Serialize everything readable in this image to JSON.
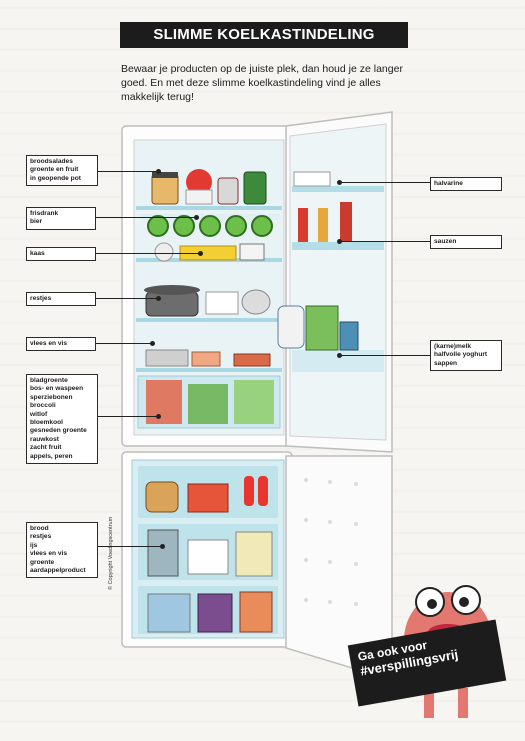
{
  "title": "SLIMME KOELKASTINDELING",
  "intro": "Bewaar je producten op de juiste plek, dan houd je ze langer goed. En met deze slimme koelkastindeling vind je alles makkelijk terug!",
  "left_labels": [
    {
      "lines": [
        "broodsalades",
        "groente en fruit",
        "in geopende pot"
      ]
    },
    {
      "lines": [
        "frisdrank",
        "bier"
      ]
    },
    {
      "lines": [
        "kaas"
      ]
    },
    {
      "lines": [
        "restjes"
      ]
    },
    {
      "lines": [
        "vlees en vis"
      ]
    },
    {
      "lines": [
        "bladgroente",
        "bos- en waspeen",
        "sperziebonen",
        "broccoli",
        "witlof",
        "bloemkool",
        "gesneden groente",
        "rauwkost",
        "zacht fruit",
        "appels, peren"
      ]
    },
    {
      "lines": [
        "brood",
        "restjes",
        "ijs",
        "vlees en vis",
        "groente",
        "aardappelproduct"
      ]
    }
  ],
  "right_labels": [
    {
      "lines": [
        "halvarine"
      ]
    },
    {
      "lines": [
        "sauzen"
      ]
    },
    {
      "lines": [
        "(karne)melk",
        "halfvolle yoghurt",
        "sappen"
      ]
    }
  ],
  "copyright": "© Copyright Voedingscentrum",
  "slogan": {
    "line1": "Ga ook voor",
    "line2": "#verspillingsvrij"
  },
  "colors": {
    "title_bg": "#1c1c1c",
    "fridge_interior": "#e6f3f6",
    "freezer_interior": "#d7eef2",
    "shelf": "#9fd3df"
  }
}
